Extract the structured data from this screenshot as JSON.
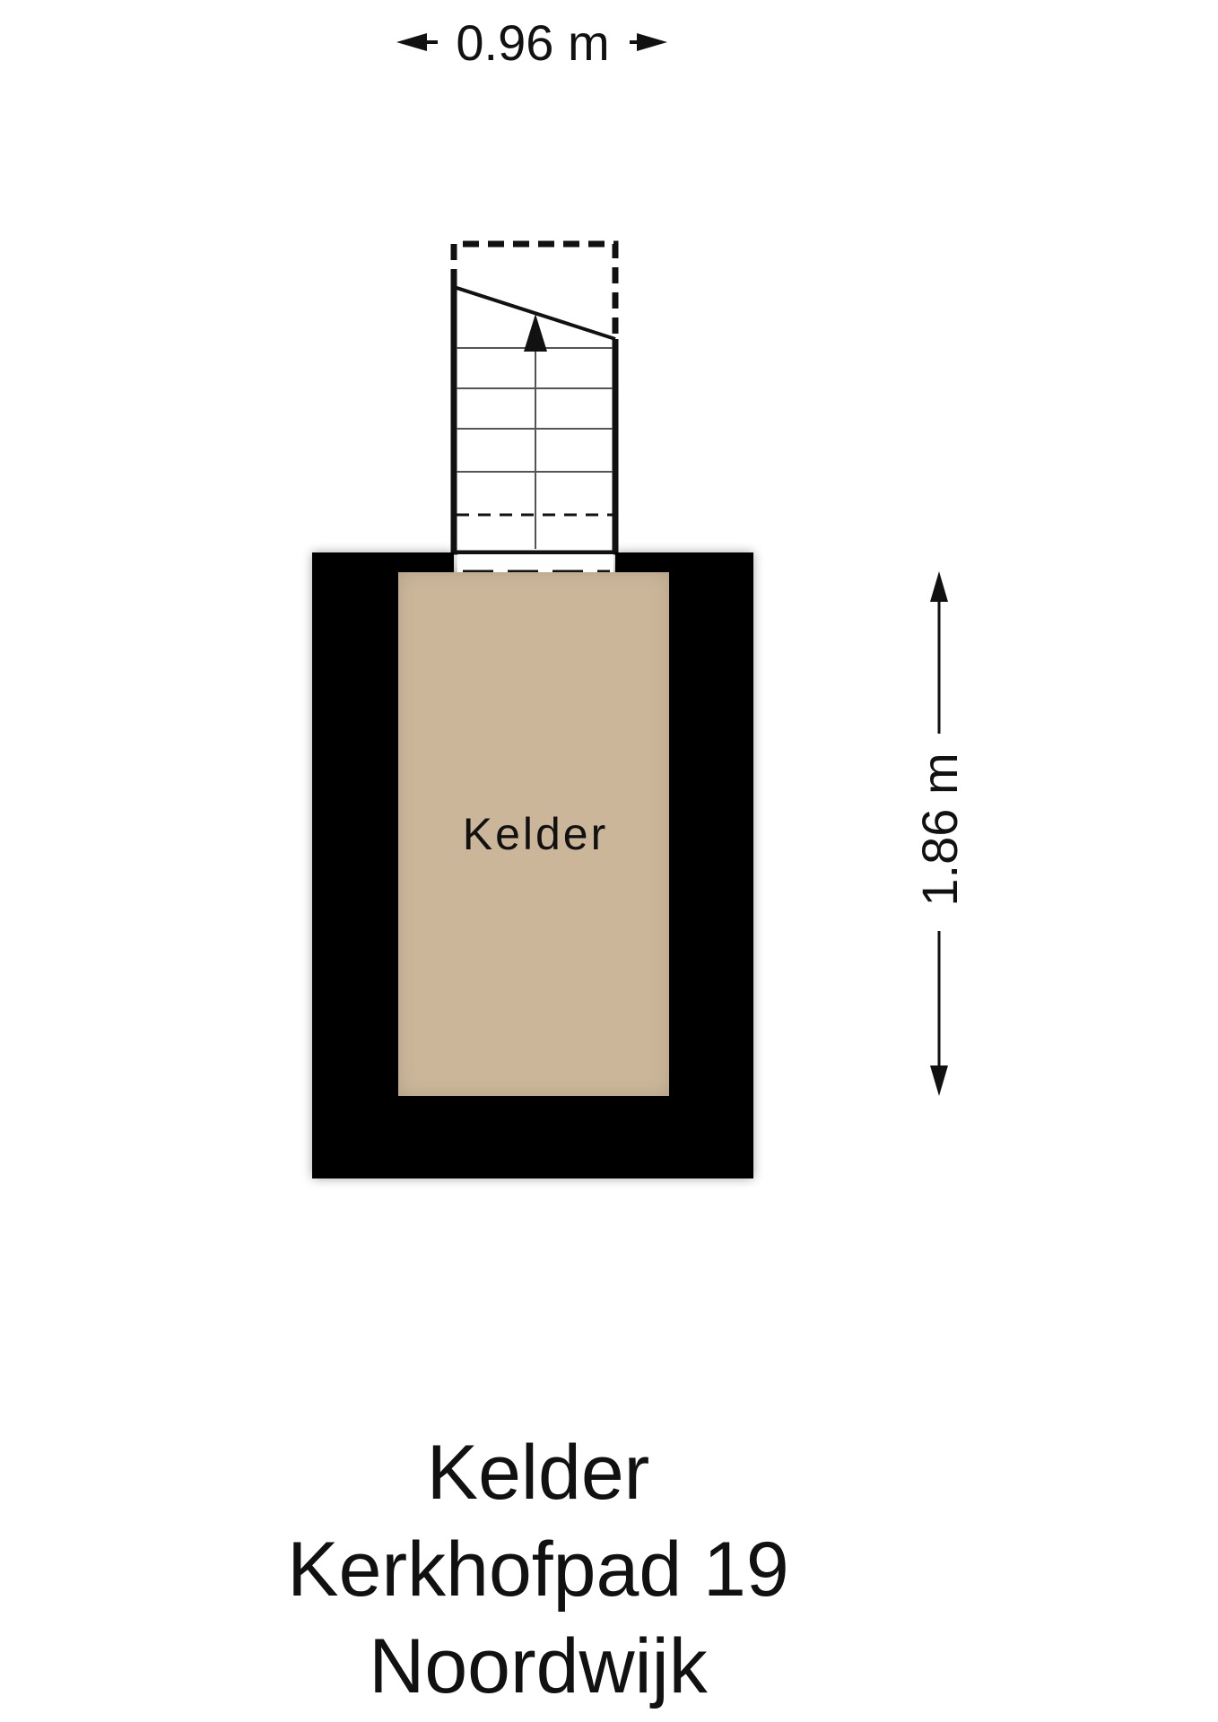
{
  "dimensions": {
    "width_label": "0.96 m",
    "height_label": "1.86 m"
  },
  "room": {
    "label": "Kelder",
    "fill_color": "#cbb699",
    "wall_color": "#000000"
  },
  "title": {
    "floor": "Kelder",
    "street": "Kerkhofpad 19",
    "city": "Noordwijk"
  }
}
